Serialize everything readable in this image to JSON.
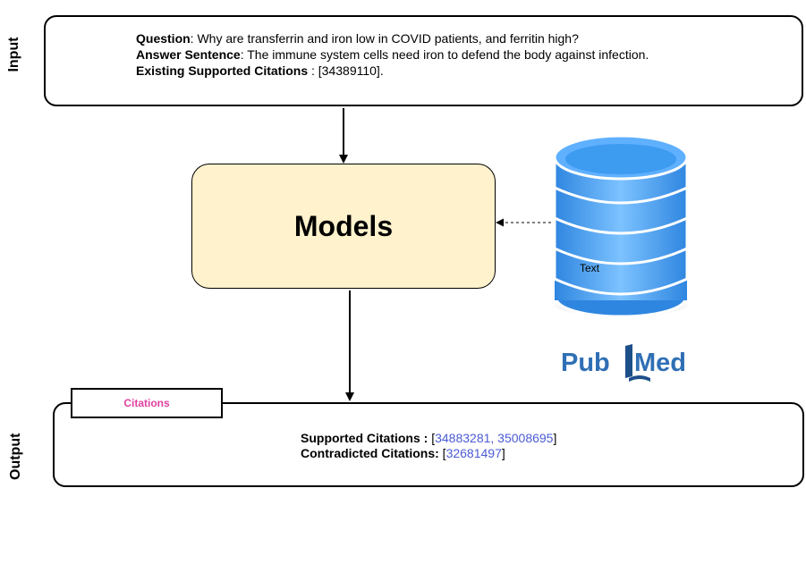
{
  "labels": {
    "input": "Input",
    "output": "Output"
  },
  "input": {
    "question_label": "Question",
    "question_text": ": Why are transferrin and iron low in COVID patients, and ferritin high?",
    "answer_label": "Answer Sentence",
    "answer_text": ": The immune system cells need iron to defend the body against infection.",
    "existing_label": "Existing Supported Citations",
    "existing_text": " : [34389110]."
  },
  "models": {
    "label": "Models"
  },
  "database": {
    "text_label": "Text",
    "icon": "database-icon",
    "colors": {
      "fill": "#3d9bf0",
      "light": "#9fd4ff",
      "stroke": "#ffffff"
    }
  },
  "pubmed": {
    "pub": "Pub",
    "med": "Med",
    "colors": {
      "pub": "#2f6fb5",
      "med": "#2f6fb5",
      "book": "#1d4f8a"
    }
  },
  "output": {
    "tab_label": "Citations",
    "supported_label": "Supported Citations : ",
    "supported_open": "[",
    "supported_values": "34883281, 35008695",
    "supported_close": "]",
    "contradicted_label": "Contradicted Citations: ",
    "contradicted_open": "[",
    "contradicted_values": "32681497",
    "contradicted_close": "]",
    "tab_color": "#e040a0",
    "citation_color": "#4a5bd4"
  }
}
